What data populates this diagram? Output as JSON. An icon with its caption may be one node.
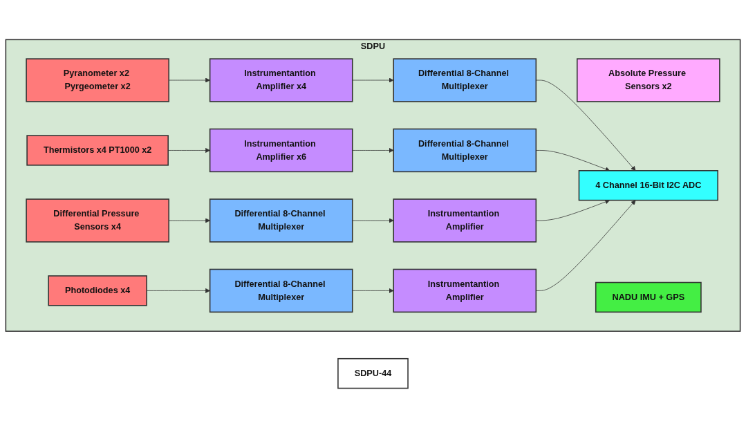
{
  "diagram": {
    "nodes": [
      {
        "text": [
          "SDPU"
        ]
      },
      {
        "text": [
          "SDPU-44"
        ]
      },
      {
        "text": [
          "Pyranometer x2 Pyrgeometer x2"
        ],
        "in": 0
      },
      {
        "text": [
          "Instrumentantion Amplifier x4"
        ],
        "in": 0
      },
      {
        "text": [
          "Differential 8-Channel Multiplexer"
        ],
        "in": 0
      },
      {
        "text": [
          "Absolute Pressure Sensors x2"
        ],
        "in": 0
      },
      {
        "text": [
          "Thermistors x4 PT1000 x2"
        ],
        "in": 0
      },
      {
        "text": [
          "Instrumentantion Amplifier x6"
        ],
        "in": 0
      },
      {
        "text": [
          "Differential 8-Channel Multiplexer"
        ],
        "in": 0
      },
      {
        "text": [
          "4 Channel 16-Bit I2C ADC"
        ],
        "in": 0
      },
      {
        "text": [
          "Differential Pressure Sensors x4"
        ],
        "in": 0
      },
      {
        "text": [
          "Differential 8-Channel Multiplexer"
        ],
        "in": 0
      },
      {
        "text": [
          "Instrumentantion Amplifier"
        ],
        "in": 0
      },
      {
        "text": [
          "Photodiodes x4"
        ],
        "in": 0
      },
      {
        "text": [
          "Differential 8-Channel Multiplexer"
        ],
        "in": 0
      },
      {
        "text": [
          "Instrumentantion Amplifier"
        ],
        "in": 0
      },
      {
        "text": [
          "NADU IMU + GPS"
        ],
        "in": 0
      }
    ],
    "edges": [
      {
        "from": 2,
        "to": 3,
        "arrow": "to"
      },
      {
        "from": 3,
        "to": 4,
        "arrow": "to"
      },
      {
        "from": 4,
        "to": 9,
        "arrow": "to"
      },
      {
        "from": 6,
        "to": 7,
        "arrow": "to"
      },
      {
        "from": 7,
        "to": 8,
        "arrow": "to"
      },
      {
        "from": 8,
        "to": 9,
        "arrow": "to"
      },
      {
        "from": 10,
        "to": 11,
        "arrow": "to"
      },
      {
        "from": 11,
        "to": 12,
        "arrow": "to"
      },
      {
        "from": 12,
        "to": 9,
        "arrow": "to"
      },
      {
        "from": 13,
        "to": 14,
        "arrow": "to"
      },
      {
        "from": 14,
        "to": 15,
        "arrow": "to"
      },
      {
        "from": 15,
        "to": 9,
        "arrow": "to"
      }
    ]
  }
}
